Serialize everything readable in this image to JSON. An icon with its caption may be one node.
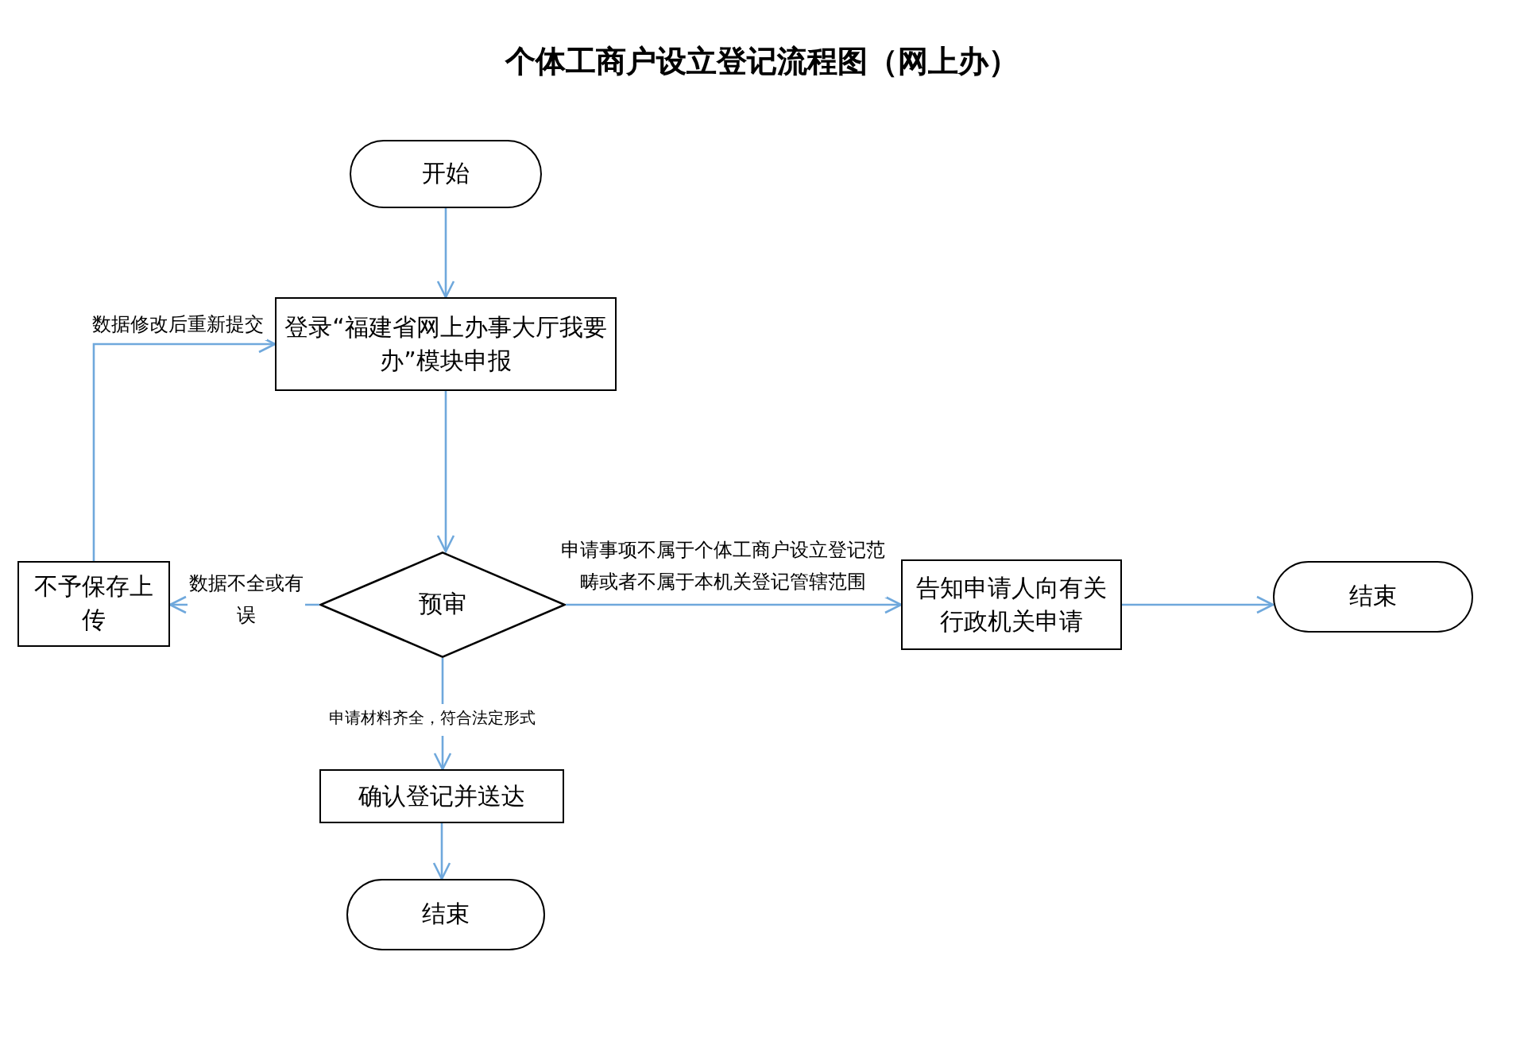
{
  "diagram": {
    "title": "个体工商户设立登记流程图（网上办）",
    "nodes": [
      {
        "text": [
          "开始"
        ]
      },
      {
        "text": [
          "登录“福建省网上办事大厅我要办”模块申报"
        ]
      },
      {
        "text": [
          "预审"
        ]
      },
      {
        "text": [
          "不予保存上传"
        ]
      },
      {
        "text": [
          "告知申请人向有关行政机关申请"
        ]
      },
      {
        "text": [
          "结束"
        ]
      },
      {
        "text": [
          "确认登记并送达"
        ]
      },
      {
        "text": [
          "结束"
        ]
      }
    ],
    "edges": [
      {
        "from": 0,
        "to": 1,
        "arrow": "to"
      },
      {
        "from": 1,
        "to": 2,
        "arrow": "to"
      },
      {
        "from": 2,
        "to": 3,
        "arrow": "to",
        "label": "数据不全或有误"
      },
      {
        "from": 3,
        "to": 1,
        "arrow": "to",
        "label": "数据修改后重新提交"
      },
      {
        "from": 2,
        "to": 4,
        "arrow": "to",
        "label": "申请事项不属于个体工商户设立登记范畴或者不属于本机关登记管辖范围"
      },
      {
        "from": 4,
        "to": 5,
        "arrow": "to"
      },
      {
        "from": 2,
        "to": 6,
        "arrow": "to",
        "label": "申请材料齐全，符合法定形式"
      },
      {
        "from": 6,
        "to": 7,
        "arrow": "to"
      }
    ]
  }
}
